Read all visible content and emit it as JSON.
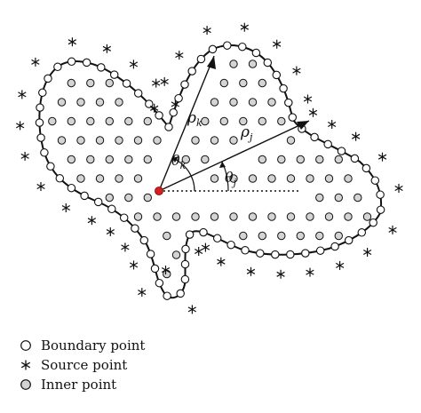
{
  "diagram": {
    "labels": {
      "rho_k": "ρ",
      "rho_k_sub": "k",
      "rho_j": "ρ",
      "rho_j_sub": "j",
      "theta_k": "θ",
      "theta_k_sub": "k",
      "theta_j": "θ",
      "theta_j_sub": "j"
    },
    "colors": {
      "outline": "#111111",
      "inner_fill": "#d4d4d4",
      "boundary_fill": "#ffffff",
      "origin": "#d62020",
      "source": "#111111"
    }
  },
  "legend": {
    "items": [
      {
        "label": "Boundary point",
        "icon": "circle-open-icon"
      },
      {
        "label": "Source point",
        "icon": "asterisk-icon"
      },
      {
        "label": "Inner point",
        "icon": "circle-gray-icon"
      }
    ]
  }
}
